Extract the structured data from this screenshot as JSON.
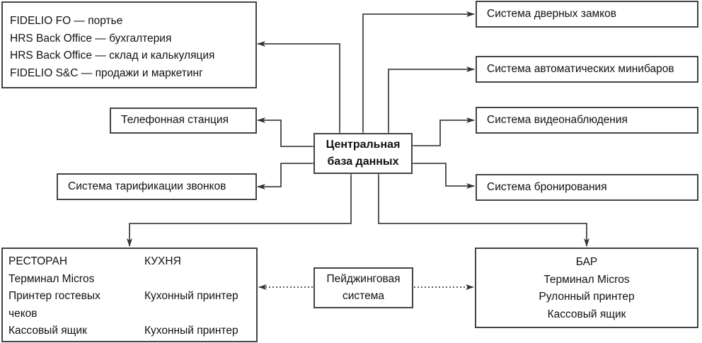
{
  "diagram": {
    "central": {
      "lines": [
        "Центральная",
        "база данных"
      ]
    },
    "pms": {
      "lines": [
        "FIDELIO FO — портье",
        "HRS Back Office — бухгалтерия",
        "HRS Back Office — склад и калькуляция",
        "FIDELIO S&C — продажи и маркетинг"
      ]
    },
    "door_locks": {
      "label": "Система дверных замков"
    },
    "minibars": {
      "label": "Система автоматических минибаров"
    },
    "phone_station": {
      "label": "Телефонная станция"
    },
    "video": {
      "label": "Система видеонаблюдения"
    },
    "call_billing": {
      "label": "Система тарификации звонков"
    },
    "booking": {
      "label": "Система бронирования"
    },
    "restaurant": {
      "left_column": [
        "РЕСТОРАН",
        "Терминал Micros",
        "Принтер гостевых",
        "чеков",
        "Кассовый ящик"
      ],
      "right_column": [
        "КУХНЯ",
        "",
        "Кухонный принтер",
        "",
        "Кухонный принтер"
      ]
    },
    "paging": {
      "lines": [
        "Пейджинговая",
        "система"
      ]
    },
    "bar": {
      "lines": [
        "БАР",
        "Терминал Micros",
        "Рулонный принтер",
        "Кассовый ящик"
      ]
    },
    "connections": [
      {
        "from": "central",
        "to": "pms",
        "style": "solid",
        "direction": "both"
      },
      {
        "from": "central",
        "to": "door_locks",
        "style": "solid",
        "direction": "both"
      },
      {
        "from": "central",
        "to": "minibars",
        "style": "solid",
        "direction": "both"
      },
      {
        "from": "central",
        "to": "phone_station",
        "style": "solid",
        "direction": "both"
      },
      {
        "from": "central",
        "to": "call_billing",
        "style": "solid",
        "direction": "both"
      },
      {
        "from": "central",
        "to": "video",
        "style": "solid",
        "direction": "both"
      },
      {
        "from": "central",
        "to": "booking",
        "style": "solid",
        "direction": "both"
      },
      {
        "from": "central",
        "to": "restaurant",
        "style": "solid",
        "direction": "both"
      },
      {
        "from": "central",
        "to": "bar",
        "style": "solid",
        "direction": "both"
      },
      {
        "from": "paging",
        "to": "restaurant",
        "style": "dotted",
        "direction": "to"
      },
      {
        "from": "paging",
        "to": "bar",
        "style": "dotted",
        "direction": "to"
      }
    ],
    "colors": {
      "line": "#444444",
      "text": "#111111",
      "background": "#ffffff"
    }
  }
}
